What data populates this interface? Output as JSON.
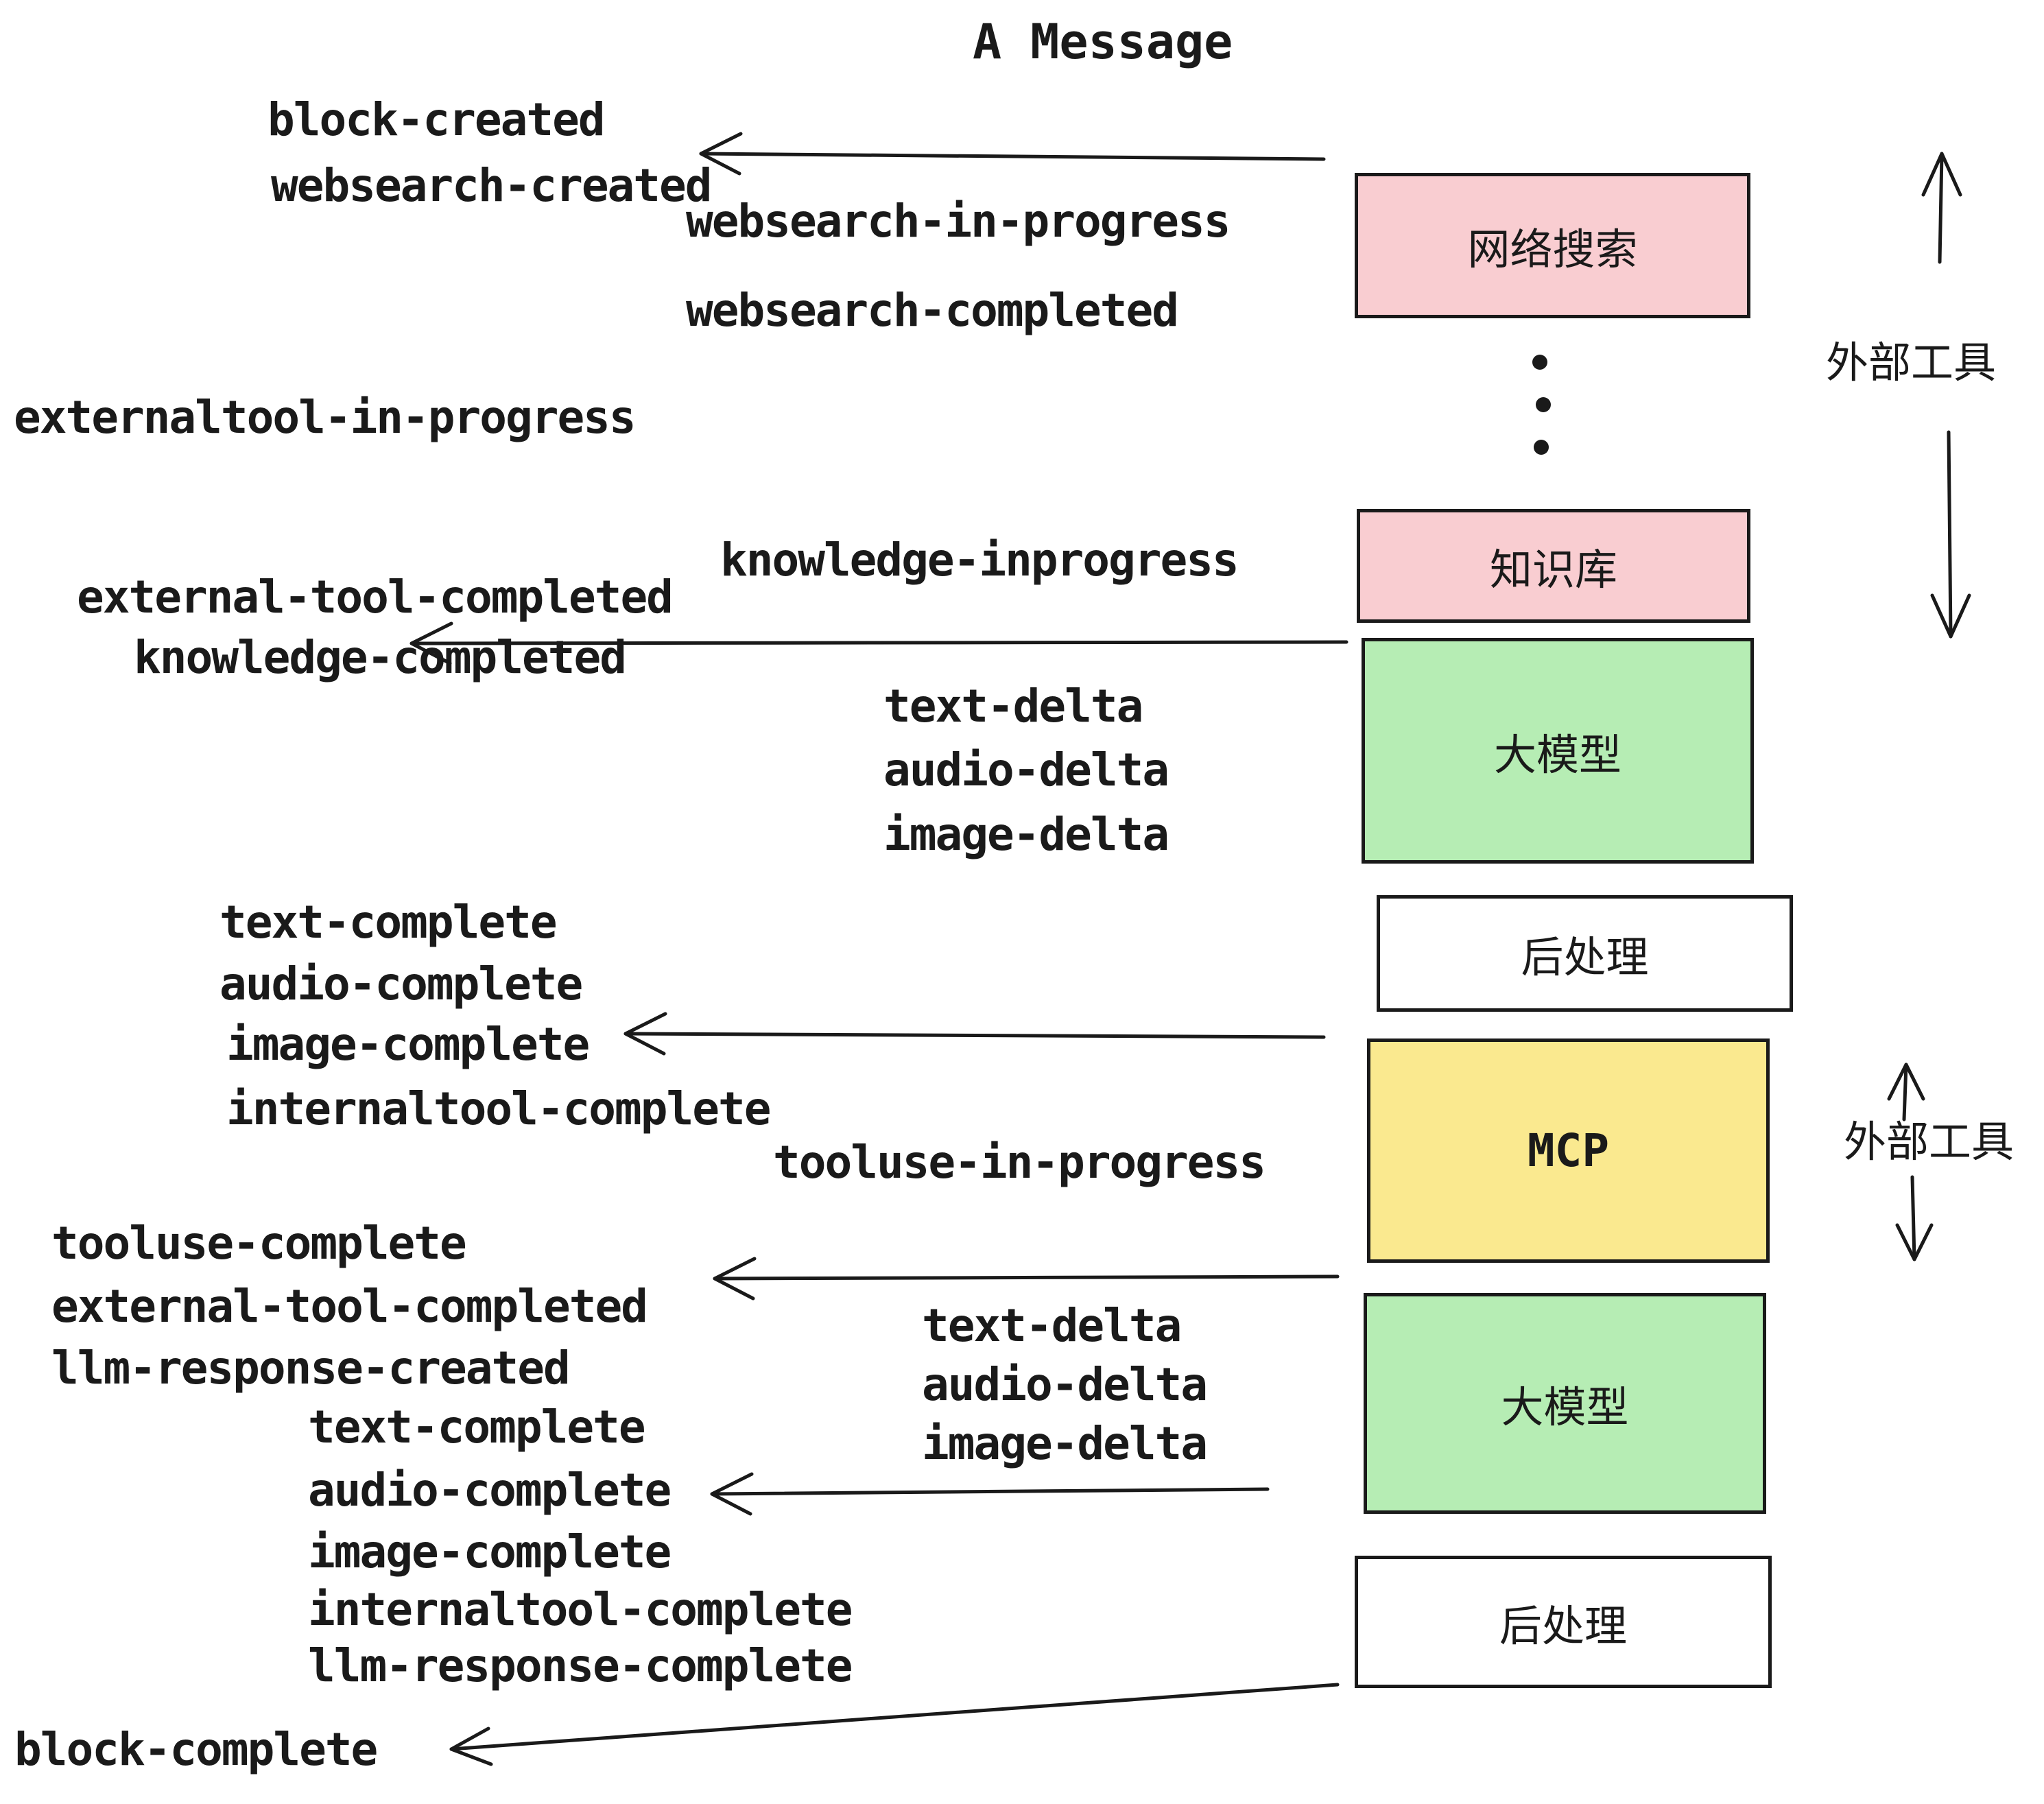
{
  "title": "A Message",
  "colors": {
    "pink": "#f9cdd1",
    "green": "#b6edb4",
    "yellow": "#fae98f",
    "white": "#ffffff",
    "stroke": "#1a1a1a"
  },
  "boxes": [
    {
      "id": "web-search",
      "label": "网络搜索",
      "color": "#f9cdd1"
    },
    {
      "id": "knowledge-base",
      "label": "知识库",
      "color": "#f9cdd1"
    },
    {
      "id": "llm-1",
      "label": "大模型",
      "color": "#b6edb4"
    },
    {
      "id": "post-process-1",
      "label": "后处理",
      "color": "#ffffff"
    },
    {
      "id": "mcp",
      "label": "MCP",
      "color": "#fae98f"
    },
    {
      "id": "llm-2",
      "label": "大模型",
      "color": "#b6edb4"
    },
    {
      "id": "post-process-2",
      "label": "后处理",
      "color": "#ffffff"
    }
  ],
  "side_labels": {
    "external_tool_top": "外部工具",
    "external_tool_mid": "外部工具"
  },
  "events": {
    "block_created": "block-created",
    "websearch_created": "websearch-created",
    "websearch_in_progress": "websearch-in-progress",
    "websearch_completed": "websearch-completed",
    "externaltool_in_progress": "externaltool-in-progress",
    "knowledge_inprogress": "knowledge-inprogress",
    "external_tool_completed_1": "external-tool-completed",
    "knowledge_completed": "knowledge-completed",
    "text_delta_1": "text-delta",
    "audio_delta_1": "audio-delta",
    "image_delta_1": "image-delta",
    "text_complete_1": "text-complete",
    "audio_complete_1": "audio-complete",
    "image_complete_1": "image-complete",
    "internaltool_complete_1": "internaltool-complete",
    "tooluse_in_progress": "tooluse-in-progress",
    "tooluse_complete": "tooluse-complete",
    "external_tool_completed_2": "external-tool-completed",
    "llm_response_created": "llm-response-created",
    "text_delta_2": "text-delta",
    "audio_delta_2": "audio-delta",
    "image_delta_2": "image-delta",
    "text_complete_2": "text-complete",
    "audio_complete_2": "audio-complete",
    "image_complete_2": "image-complete",
    "internaltool_complete_2": "internaltool-complete",
    "llm_response_complete": "llm-response-complete",
    "block_complete": "block-complete"
  }
}
